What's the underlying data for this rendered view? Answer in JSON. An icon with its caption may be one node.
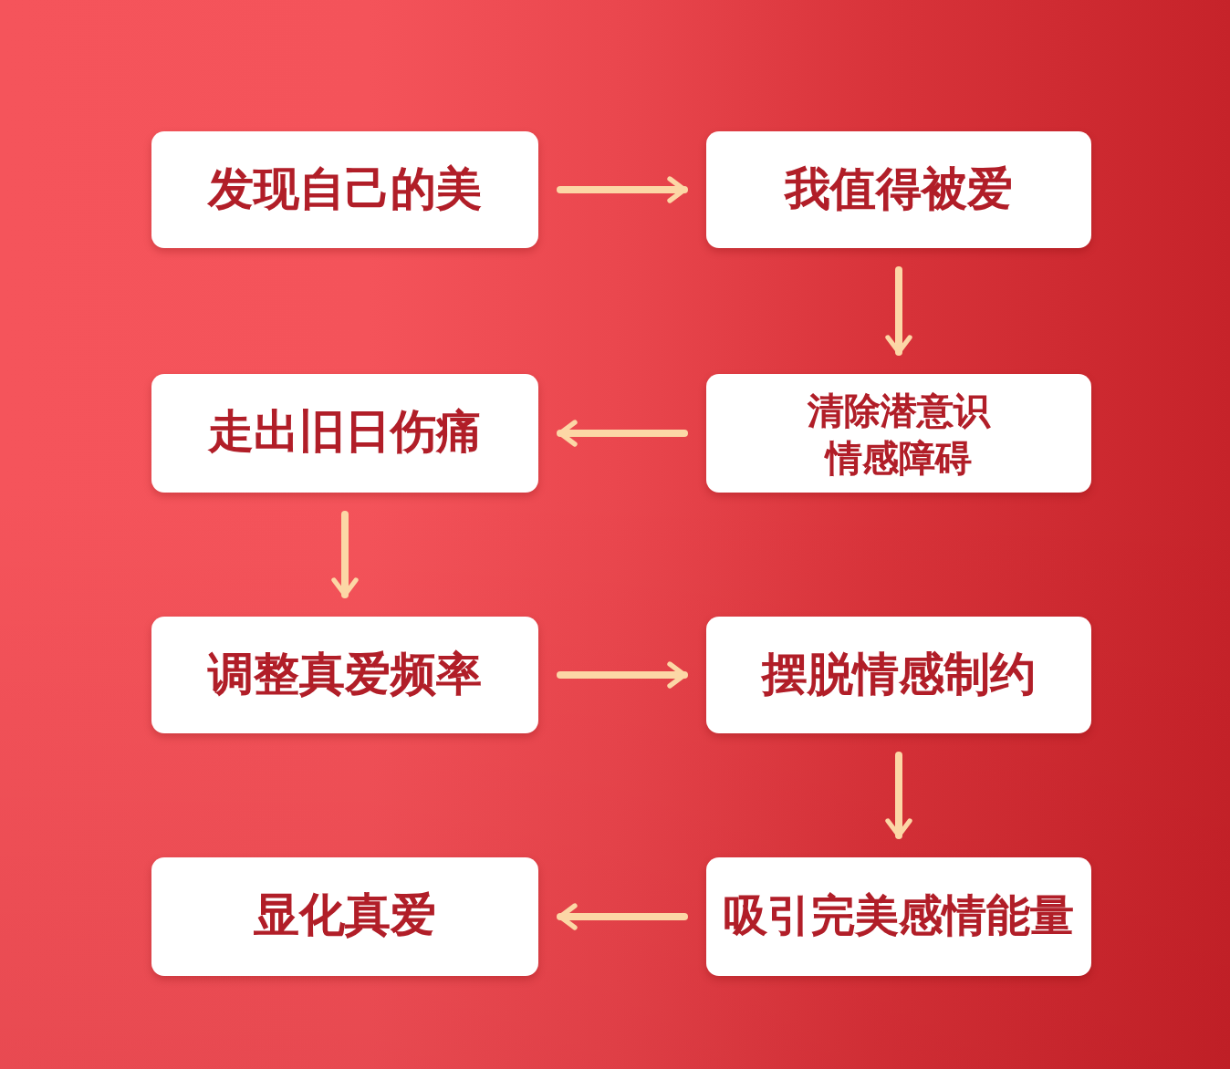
{
  "diagram": {
    "nodes": [
      {
        "text": [
          "发现自己的美"
        ]
      },
      {
        "text": [
          "我值得被爱"
        ]
      },
      {
        "text": [
          "走出旧日伤痛"
        ]
      },
      {
        "text": [
          "清除潜意识情感障碍"
        ]
      },
      {
        "text": [
          "调整真爱频率"
        ]
      },
      {
        "text": [
          "摆脱情感制约"
        ]
      },
      {
        "text": [
          "显化真爱"
        ]
      },
      {
        "text": [
          "吸引完美感情能量"
        ]
      }
    ],
    "edges": [
      {
        "from": 0,
        "to": 1,
        "arrow": "to"
      },
      {
        "from": 1,
        "to": 3,
        "arrow": "to"
      },
      {
        "from": 3,
        "to": 2,
        "arrow": "to"
      },
      {
        "from": 2,
        "to": 4,
        "arrow": "to"
      },
      {
        "from": 4,
        "to": 5,
        "arrow": "to"
      },
      {
        "from": 5,
        "to": 7,
        "arrow": "to"
      },
      {
        "from": 7,
        "to": 6,
        "arrow": "to"
      }
    ]
  }
}
